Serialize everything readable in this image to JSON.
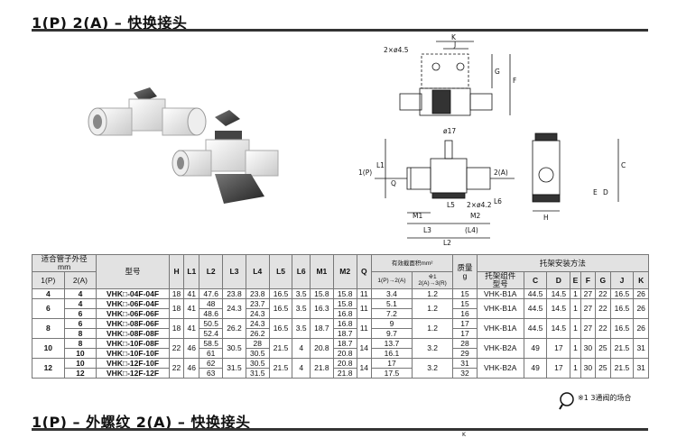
{
  "heading1": "1(P)  2(A) – 快换接头",
  "heading2": "1(P) – 外螺纹   2(A) – 快换接头",
  "drawing": {
    "holes_top": "2×ø4.5",
    "holes_bottom": "2×ø4.2",
    "dia": "ø17",
    "K": "K",
    "J": "J",
    "G": "G",
    "F": "F",
    "C": "C",
    "D": "D",
    "E": "E",
    "H": "H",
    "L1": "L1",
    "L2": "L2",
    "L3": "L3",
    "L4": "(L4)",
    "L5": "L5",
    "L6": "L6",
    "M1": "M1",
    "M2": "M2",
    "Q": "Q",
    "port1": "1(P)",
    "port2": "2(A)"
  },
  "table": {
    "h_tube": "适合管子外径",
    "h_mm": "mm",
    "h_p": "1(P)",
    "h_a": "2(A)",
    "h_model": "型号",
    "h_dims": [
      "H",
      "L1",
      "L2",
      "L3",
      "L4",
      "L5",
      "L6",
      "M1",
      "M2",
      "Q"
    ],
    "h_area": "有效截面积mm²",
    "h_area1": "1(P)→2(A)",
    "h_area2": "※1\n2(A)→3(R)",
    "h_mass": "质量",
    "h_mass_unit": "g",
    "h_bracket": "托架安装方法",
    "h_bk_part": "托架组件",
    "h_bk_model": "型号",
    "h_bk_dims": [
      "C",
      "D",
      "E",
      "F",
      "G",
      "J",
      "K"
    ],
    "groups": [
      {
        "p": "4",
        "common": {
          "H": "18",
          "L1": "41",
          "L3": "23.8",
          "L5": "16.5",
          "L6": "3.5",
          "M1": "15.8",
          "Q": "11",
          "bracket": "VHK-B1A",
          "C": "44.5",
          "D": "14.5",
          "E": "1",
          "F": "27",
          "G": "22",
          "J": "16.5",
          "K": "26"
        },
        "rows": [
          {
            "a": "4",
            "model": "VHK□-04F-04F",
            "L2": "47.6",
            "L4": "23.8",
            "M2": "15.8",
            "A1": "3.4",
            "A2": "1.2",
            "mass": "15"
          }
        ]
      },
      {
        "p": "6",
        "common": {
          "H": "18",
          "L1": "41",
          "L3": "24.3",
          "L5": "16.5",
          "L6": "3.5",
          "M1": "16.3",
          "Q": "11",
          "A2": "1.2",
          "bracket": "VHK-B1A",
          "C": "44.5",
          "D": "14.5",
          "E": "1",
          "F": "27",
          "G": "22",
          "J": "16.5",
          "K": "26"
        },
        "rows": [
          {
            "a": "4",
            "model": "VHK□-06F-04F",
            "L2": "48",
            "L4": "23.7",
            "M2": "15.8",
            "A1": "5.1",
            "mass": "15"
          },
          {
            "a": "6",
            "model": "VHK□-06F-06F",
            "L2": "48.6",
            "L4": "24.3",
            "M2": "16.8",
            "A1": "7.2",
            "mass": "16"
          }
        ]
      },
      {
        "p": "8",
        "common": {
          "H": "18",
          "L1": "41",
          "L3": "26.2",
          "L5": "16.5",
          "L6": "3.5",
          "M1": "18.7",
          "Q": "11",
          "A2": "1.2",
          "bracket": "VHK-B1A",
          "C": "44.5",
          "D": "14.5",
          "E": "1",
          "F": "27",
          "G": "22",
          "J": "16.5",
          "K": "26"
        },
        "rows": [
          {
            "a": "6",
            "model": "VHK□-08F-06F",
            "L2": "50.5",
            "L4": "24.3",
            "M2": "16.8",
            "A1": "9",
            "mass": "17"
          },
          {
            "a": "8",
            "model": "VHK□-08F-08F",
            "L2": "52.4",
            "L4": "26.2",
            "M2": "18.7",
            "A1": "9.7",
            "mass": "17"
          }
        ]
      },
      {
        "p": "10",
        "common": {
          "H": "22",
          "L1": "46",
          "L3": "30.5",
          "L5": "21.5",
          "L6": "4",
          "M1": "20.8",
          "Q": "14",
          "A2": "3.2",
          "bracket": "VHK-B2A",
          "C": "49",
          "D": "17",
          "E": "1",
          "F": "30",
          "G": "25",
          "J": "21.5",
          "K": "31"
        },
        "rows": [
          {
            "a": "8",
            "model": "VHK□-10F-08F",
            "L2": "58.5",
            "L4": "28",
            "M2": "18.7",
            "A1": "13.7",
            "mass": "28"
          },
          {
            "a": "10",
            "model": "VHK□-10F-10F",
            "L2": "61",
            "L4": "30.5",
            "M2": "20.8",
            "A1": "16.1",
            "mass": "29"
          }
        ]
      },
      {
        "p": "12",
        "common": {
          "H": "22",
          "L1": "46",
          "L3": "31.5",
          "L5": "21.5",
          "L6": "4",
          "M1": "21.8",
          "Q": "14",
          "A2": "3.2",
          "bracket": "VHK-B2A",
          "C": "49",
          "D": "17",
          "E": "1",
          "F": "30",
          "G": "25",
          "J": "21.5",
          "K": "31"
        },
        "rows": [
          {
            "a": "10",
            "model": "VHK□-12F-10F",
            "L2": "62",
            "L4": "30.5",
            "M2": "20.8",
            "A1": "17",
            "mass": "31"
          },
          {
            "a": "12",
            "model": "VHK□-12F-12F",
            "L2": "63",
            "L4": "31.5",
            "M2": "21.8",
            "A1": "17.5",
            "mass": "32"
          }
        ]
      }
    ]
  },
  "note": "※1 3通阀的场合",
  "next_K": "K"
}
